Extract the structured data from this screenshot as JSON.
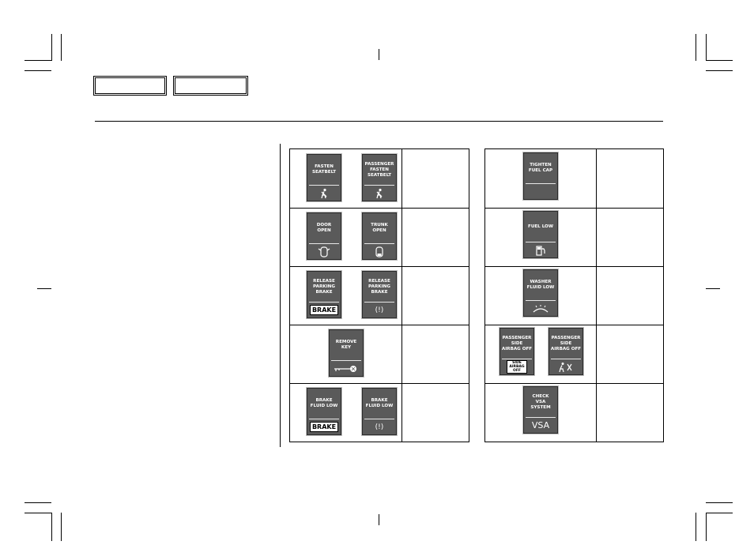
{
  "page": {
    "header_tabs": [
      "",
      ""
    ]
  },
  "left_table": {
    "rows": [
      {
        "cards": [
          "FASTEN\nSEATBELT",
          "PASSENGER\nFASTEN\nSEATBELT"
        ],
        "icons": [
          "seatbelt-icon",
          "seatbelt-icon"
        ]
      },
      {
        "cards": [
          "DOOR\nOPEN",
          "TRUNK\nOPEN"
        ],
        "icons": [
          "door-open-icon",
          "trunk-open-icon"
        ]
      },
      {
        "cards": [
          "RELEASE\nPARKING\nBRAKE",
          "RELEASE\nPARKING\nBRAKE"
        ],
        "icons": [
          "brake-text-icon",
          "brake-circle-icon"
        ],
        "icon_text": [
          "BRAKE",
          "(!)"
        ]
      },
      {
        "cards": [
          "REMOVE\nKEY"
        ],
        "icons": [
          "key-icon"
        ]
      },
      {
        "cards": [
          "BRAKE\nFLUID LOW",
          "BRAKE\nFLUID LOW"
        ],
        "icons": [
          "brake-text-icon",
          "brake-circle-icon"
        ],
        "icon_text": [
          "BRAKE",
          "(!)"
        ]
      }
    ]
  },
  "right_table": {
    "rows": [
      {
        "cards": [
          "TIGHTEN\nFUEL CAP"
        ],
        "icons": [
          "blank-icon"
        ]
      },
      {
        "cards": [
          "FUEL LOW"
        ],
        "icons": [
          "fuel-pump-icon"
        ]
      },
      {
        "cards": [
          "WASHER\nFLUID LOW"
        ],
        "icons": [
          "washer-icon"
        ]
      },
      {
        "cards": [
          "PASSENGER\nSIDE\nAIRBAG OFF",
          "PASSENGER\nSIDE\nAIRBAG OFF"
        ],
        "icons": [
          "side-airbag-off-text-icon",
          "side-airbag-off-icon"
        ],
        "icon_text": [
          "SIDE\nAIRBAG\nOFF"
        ]
      },
      {
        "cards": [
          "CHECK\nVSA\nSYSTEM"
        ],
        "icons": [
          "vsa-text-icon"
        ],
        "icon_text": [
          "VSA"
        ]
      }
    ]
  },
  "colors": {
    "card_bg": "#5a5a5a",
    "card_text": "#ffffff",
    "rule": "#000000"
  }
}
